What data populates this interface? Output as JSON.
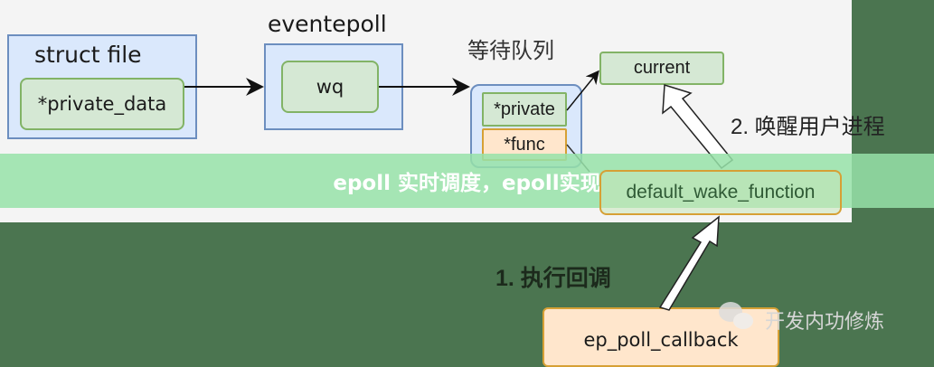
{
  "banner": {
    "title": "epoll 实时调度，epoll实现"
  },
  "diagram": {
    "struct_file": {
      "title": "struct file",
      "field": "*private_data"
    },
    "eventepoll": {
      "title": "eventepoll",
      "field": "wq"
    },
    "wait_queue": {
      "title": "等待队列",
      "private": "*private",
      "func": "*func"
    },
    "current": "current",
    "default_wake_function": "default_wake_function",
    "ep_poll_callback": "ep_poll_callback",
    "step1": "1. 执行回调",
    "step2": "2. 唤醒用户进程"
  },
  "watermark": {
    "text": "开发内功修炼"
  },
  "colors": {
    "background": "#4b7550",
    "banner": "#96e2a8",
    "blue_fill": "#dae8fc",
    "green_fill": "#d5e8d4",
    "orange_fill": "#ffe6cc"
  }
}
